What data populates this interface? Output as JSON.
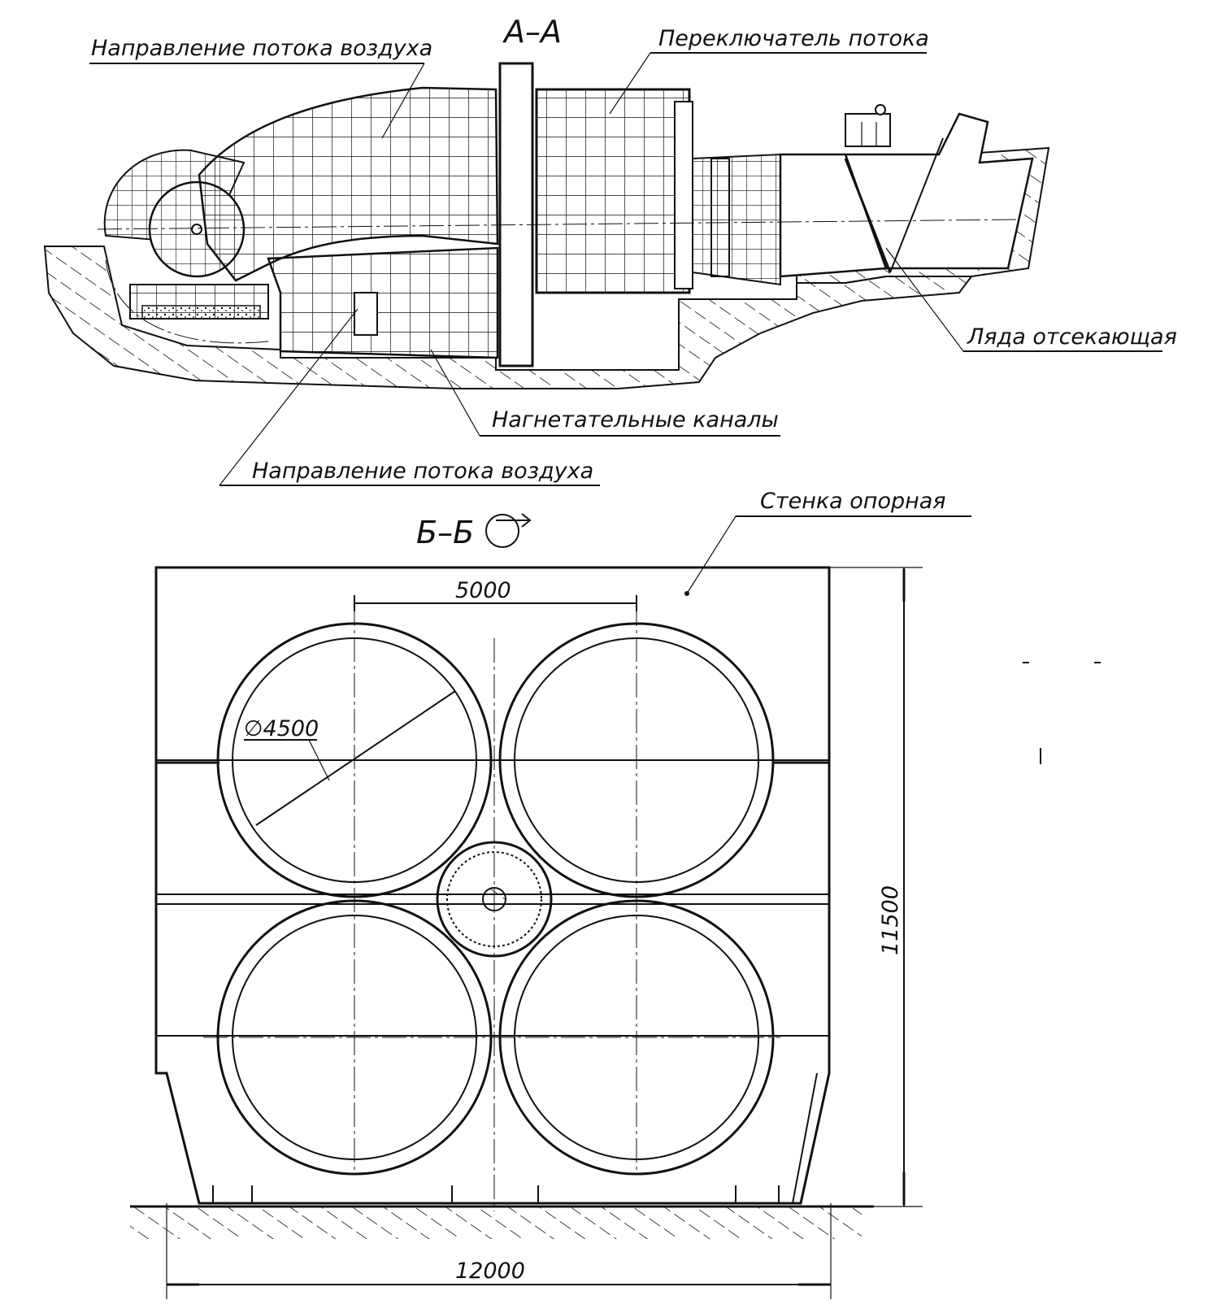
{
  "section_a": {
    "title": "А–А",
    "labels": {
      "air_flow_top": "Направление потока воздуха",
      "flow_switch": "Переключатель потока",
      "cutoff_damper": "Ляда отсекающая",
      "discharge_channels": "Нагнетательные каналы",
      "air_flow_bottom": "Направление потока воздуха"
    }
  },
  "section_b": {
    "title": "Б–Б",
    "label_support_wall": "Стенка опорная",
    "dim_spacing": "5000",
    "dim_diameter": "∅4500",
    "dim_height": "11500",
    "dim_width": "12000"
  }
}
